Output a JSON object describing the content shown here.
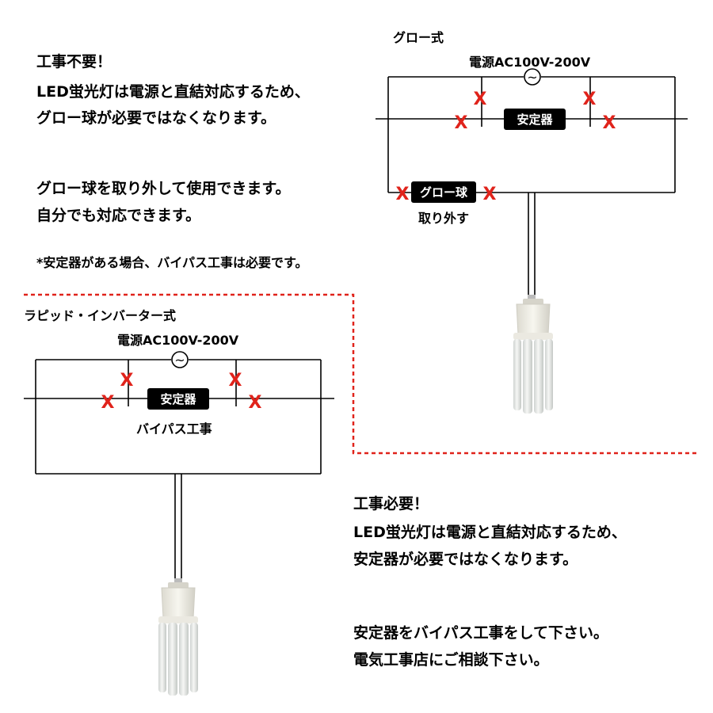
{
  "glow_section": {
    "heading": "工事不要！",
    "line1": "LED蛍光灯は電源と直結対応するため、",
    "line2": "グロー球が必要ではなくなります。",
    "line3": "グロー球を取り外して使用できます。",
    "line4": "自分でも対応できます。",
    "note": "*安定器がある場合、バイパス工事は必要です。"
  },
  "glow_diagram": {
    "title": "グロー式",
    "power": "電源AC100V-200V",
    "ballast": "安定器",
    "glow_bulb": "グロー球",
    "remove": "取り外す"
  },
  "rapid_diagram": {
    "title": "ラピッド・インバーター式",
    "power": "電源AC100V-200V",
    "ballast": "安定器",
    "bypass": "バイパス工事"
  },
  "rapid_section": {
    "heading": "工事必要！",
    "line1": "LED蛍光灯は電源と直結対応するため、",
    "line2": "安定器が必要ではなくなります。",
    "line3": "安定器をバイパス工事をして下さい。",
    "line4": "電気工事店にご相談下さい。"
  },
  "colors": {
    "cross_mark": "#e0231b",
    "divider": "#e0231b",
    "label_bg": "#000000"
  },
  "symbols": {
    "ac_source": "~",
    "cross": "X"
  }
}
